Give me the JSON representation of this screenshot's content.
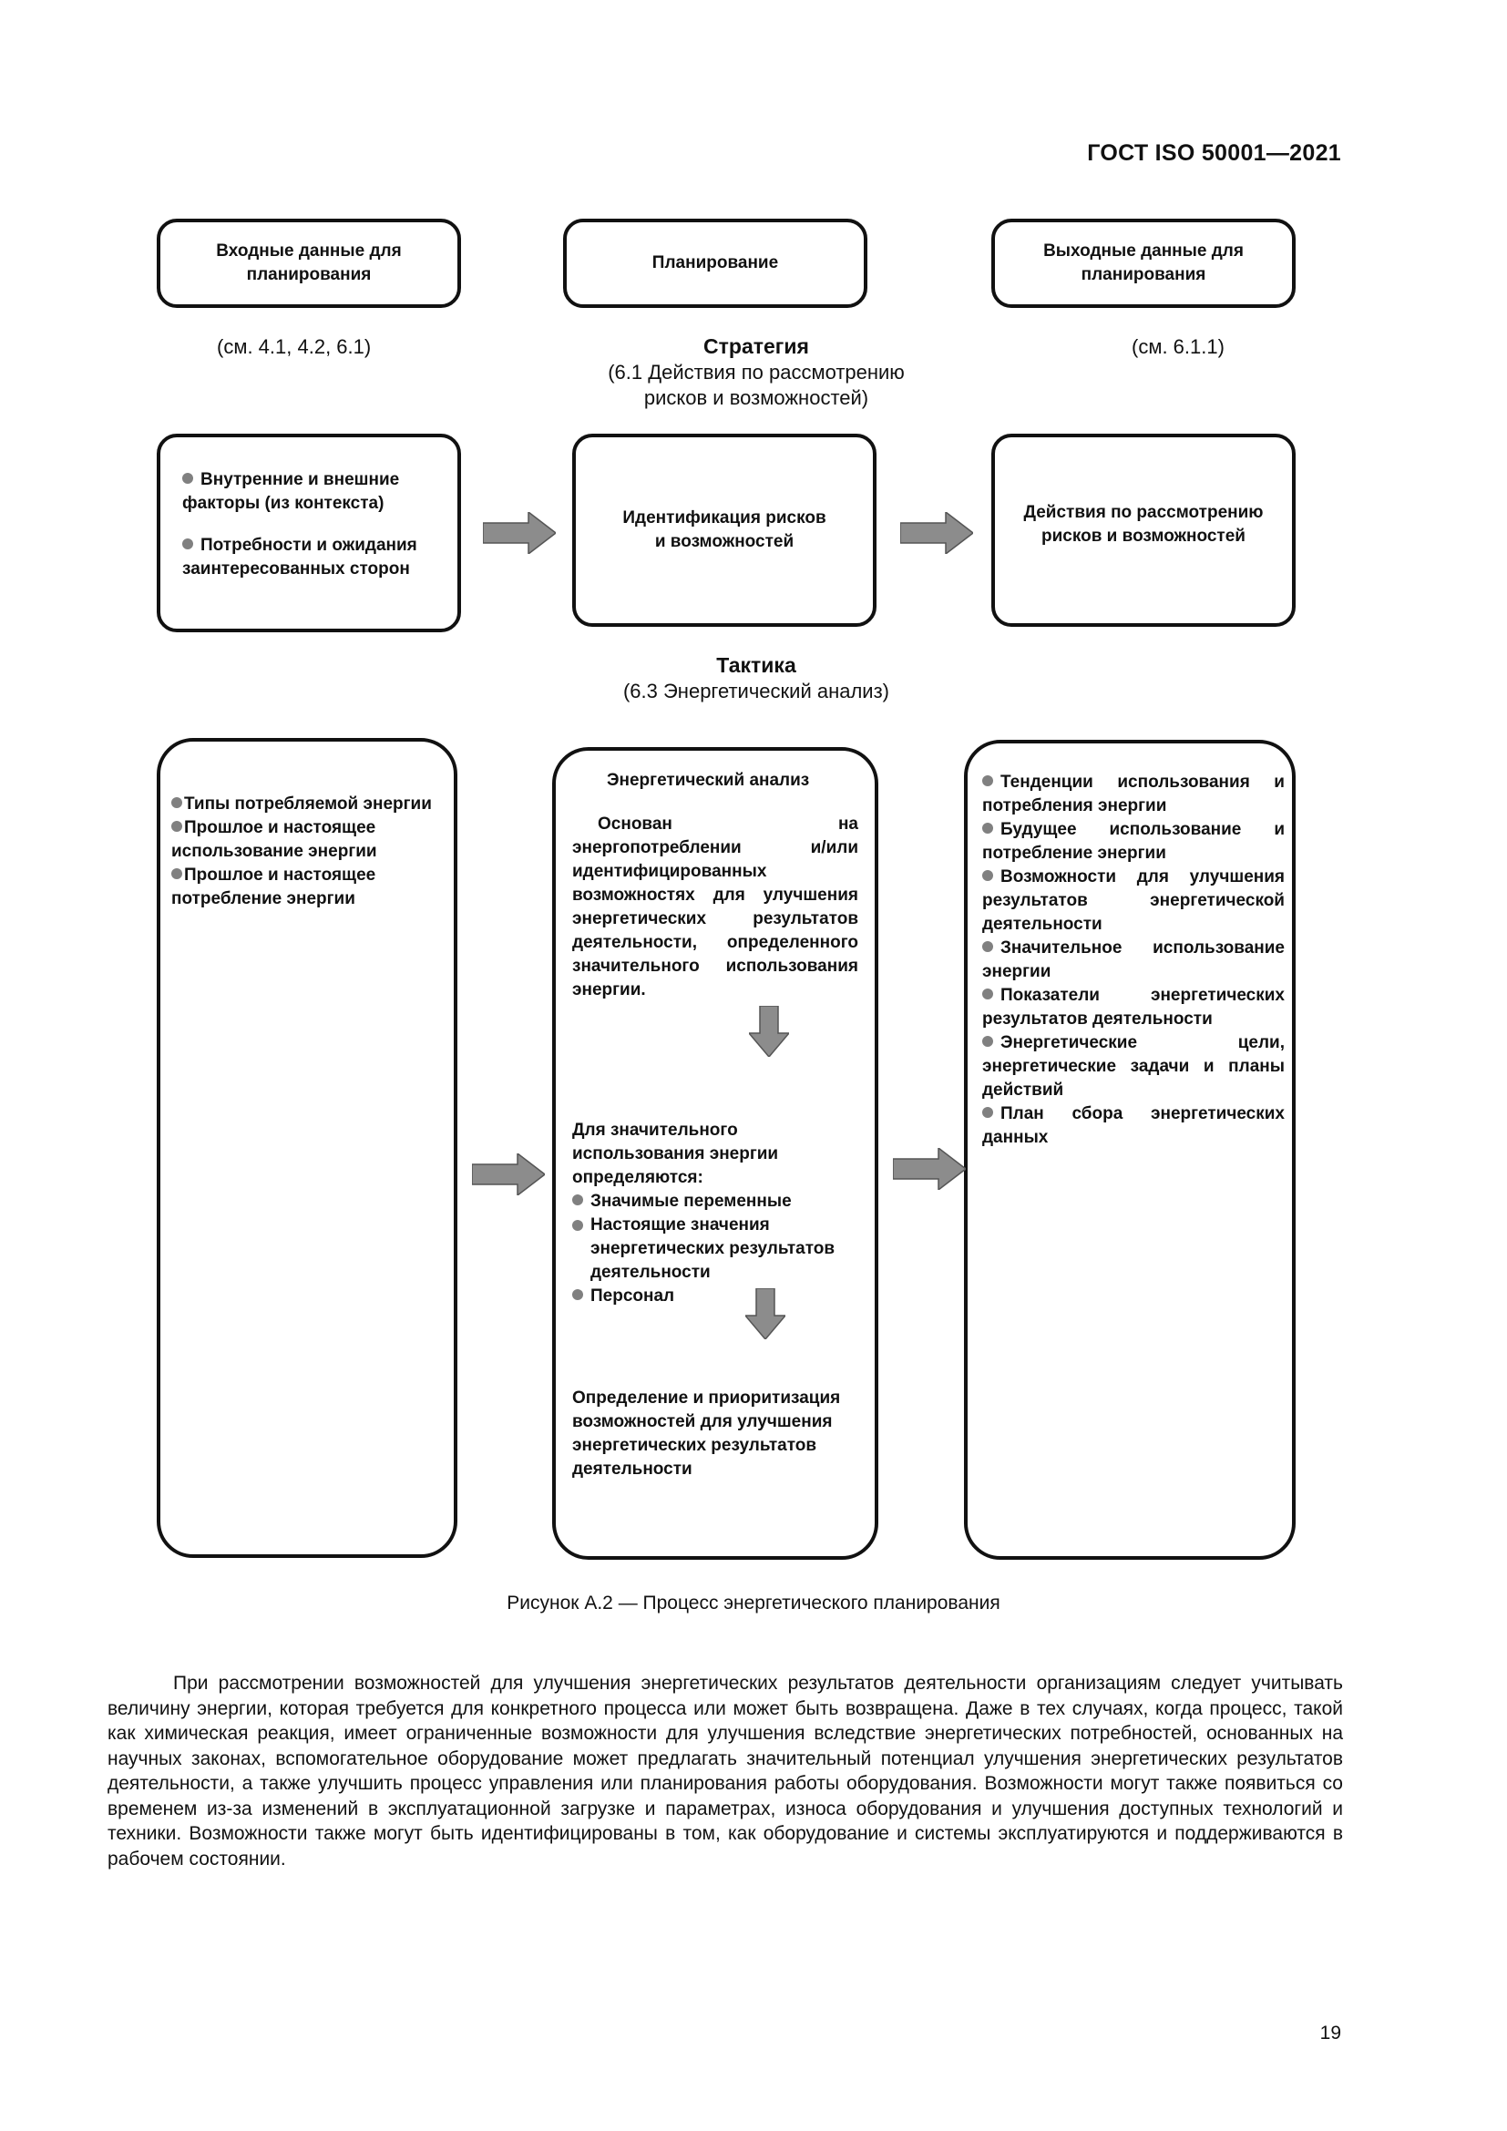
{
  "header": {
    "doc_id": "ГОСТ ISO 50001—2021"
  },
  "diagram": {
    "col_titles": {
      "input": "Входные данные для планирования",
      "planning": "Планирование",
      "output": "Выходные данные для планирования"
    },
    "refs": {
      "input": "(см. 4.1, 4.2, 6.1)",
      "output": "(см. 6.1.1)"
    },
    "strategy": {
      "title": "Стратегия",
      "subtitle": "(6.1 Действия по рассмотрению рисков и возможностей)",
      "input_items": [
        "Внутренние и внешние факторы (из контекста)",
        "Потребности и ожидания заинтересованных сторон"
      ],
      "planning_text": "Идентификация рисков и возможностей",
      "output_text": "Действия по рассмотрению рисков и возможностей"
    },
    "tactics": {
      "title": "Тактика",
      "subtitle": "(6.3 Энергетический анализ)",
      "input_items": [
        "Типы потребляемой энергии",
        "Прошлое и настоящее использование энергии",
        "Прошлое и настоящее потребление энергии"
      ],
      "planning_title": "Энергетический анализ",
      "planning_step1": "Основан на энергопотреблении и/или идентифицированных возможностях для улучшения энергетических результатов деятельности, определенного значительного использования энергии.",
      "planning_step2_intro": "Для значительного использования энергии определяются:",
      "planning_step2_items": [
        "Значимые переменные",
        "Настоящие значения энергетических результатов деятельности",
        "Персонал"
      ],
      "planning_step3": "Определение и приоритизация возможностей для улучшения энергетических результатов деятельности",
      "output_items": [
        "Тенденции использования и потребления энергии",
        "Будущее использование и потребление энергии",
        "Возможности для улучшения результатов энергетической деятельности",
        "Значительное использование энергии",
        "Показатели энергетических результатов деятельности",
        "Энергетические цели, энергетические задачи и планы действий",
        "План сбора энергетических данных"
      ]
    }
  },
  "caption": "Рисунок А.2 — Процесс энергетического планирования",
  "paragraph": "При рассмотрении возможностей для улучшения энергетических результатов деятельности организациям следует учитывать величину энергии, которая требуется для конкретного процесса или может быть возвращена. Даже в тех случаях, когда процесс, такой как химическая реакция, имеет ограниченные возможности для улучшения вследствие энергетических потребностей, основанных на научных законах, вспомогательное оборудование может предлагать значительный потенциал улучшения энергетических результатов деятельности, а также улучшить процесс управления или планирования работы оборудования. Возможности могут также появиться со временем из-за изменений в эксплуатационной загрузке и параметрах, износа оборудования и улучшения доступных технологий и техники. Возможности также могут быть идентифицированы в том, как оборудование и системы эксплуатируются и поддерживаются в рабочем состоянии.",
  "page_number": "19",
  "colors": {
    "arrow_fill": "#8c8c8c",
    "bullet": "#808080",
    "border": "#111111"
  }
}
